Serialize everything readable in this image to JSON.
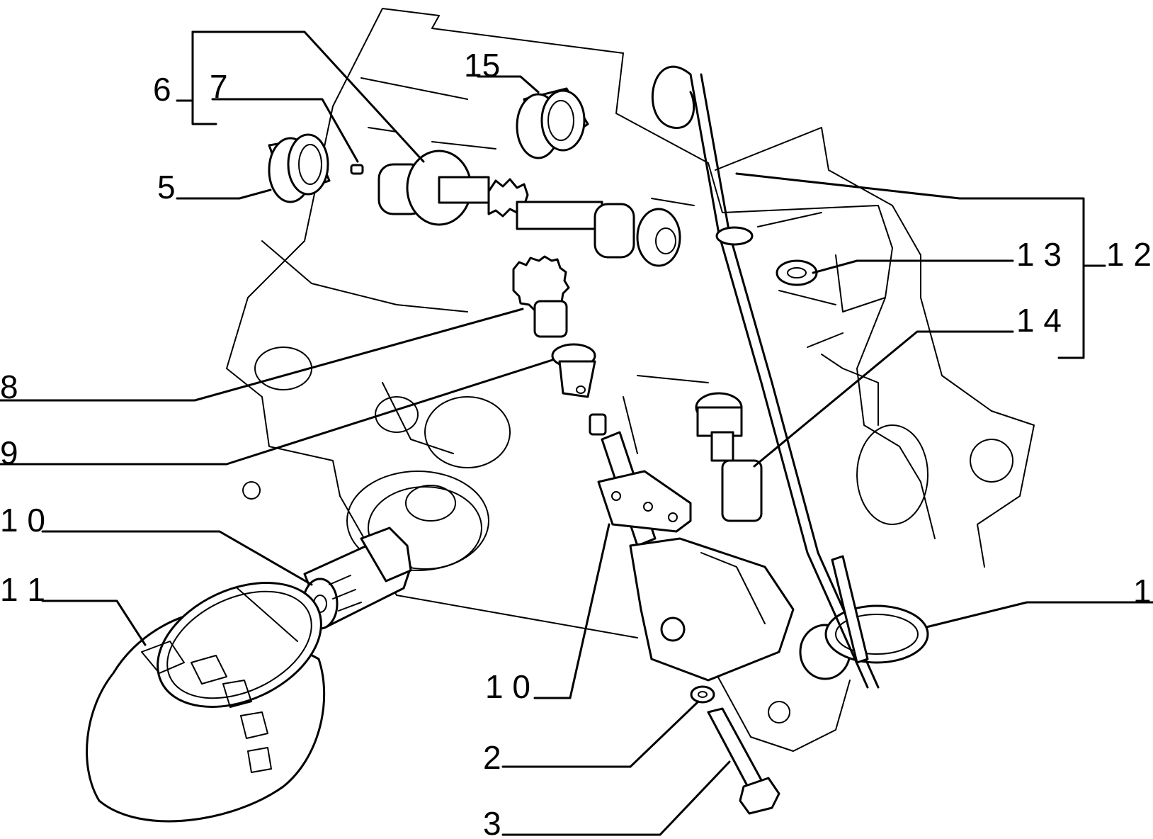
{
  "diagram": {
    "callouts": {
      "c1": "1",
      "c2": "2",
      "c3": "3",
      "c5": "5",
      "c6": "6",
      "c7": "7",
      "c8": "8",
      "c9": "9",
      "c10a": "1 0",
      "c10b": "1 0",
      "c11": "1 1",
      "c12": "1 2",
      "c13": "1 3",
      "c14": "1 4",
      "c15": "15"
    }
  }
}
